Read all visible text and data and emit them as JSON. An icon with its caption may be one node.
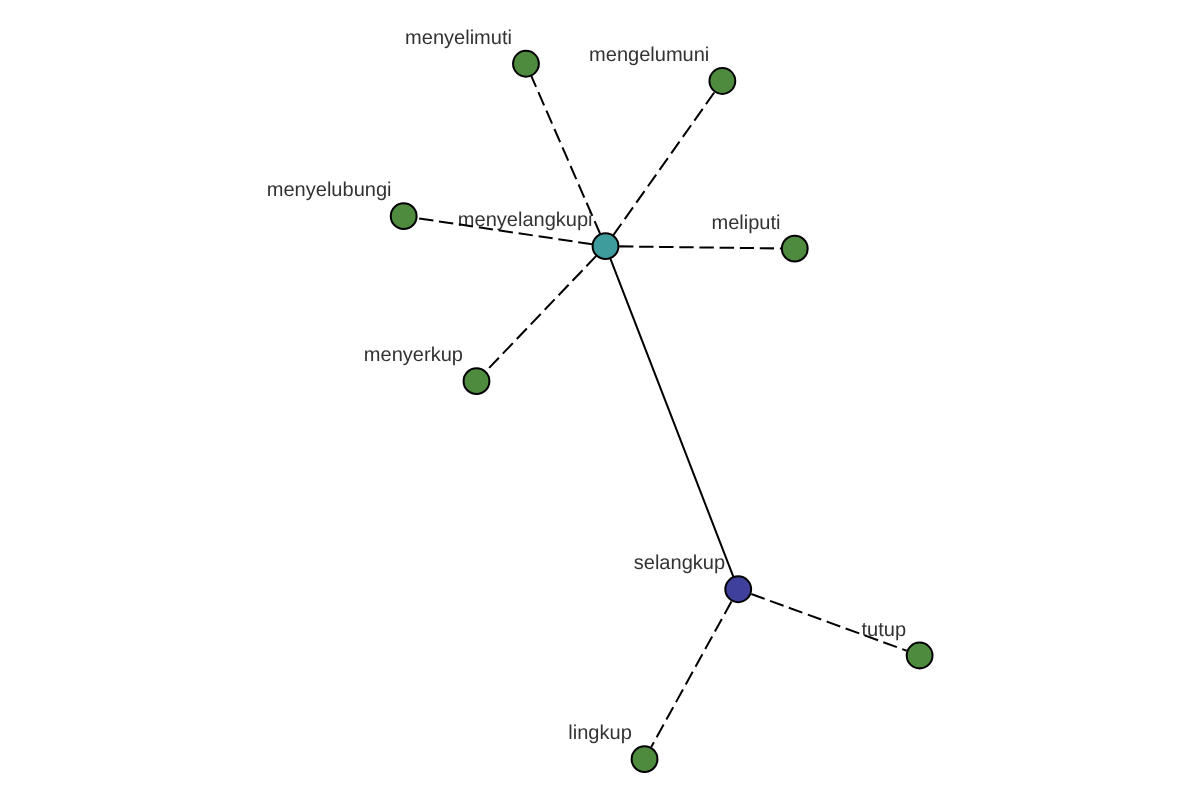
{
  "diagram": {
    "nodes": [
      {
        "text": [],
        "shape": "circle",
        "beside": [
          "menyelubungi"
        ]
      },
      {
        "text": [],
        "shape": "circle",
        "beside": [
          "meliputi"
        ]
      },
      {
        "text": [],
        "shape": "circle",
        "beside": [
          "menyerkup"
        ]
      },
      {
        "text": [],
        "shape": "circle",
        "beside": [
          "mengelumuni"
        ]
      },
      {
        "text": [],
        "shape": "circle",
        "beside": [
          "menyelangkupi"
        ]
      },
      {
        "text": [],
        "shape": "circle",
        "beside": [
          "menyelimuti"
        ]
      },
      {
        "text": [],
        "shape": "circle",
        "beside": [
          "lingkup"
        ]
      },
      {
        "text": [],
        "shape": "circle",
        "beside": [
          "selangkup"
        ]
      },
      {
        "text": [],
        "shape": "circle",
        "beside": [
          "tutup"
        ]
      }
    ],
    "edges": [
      {
        "from": 4,
        "to": 0,
        "arrow": "none",
        "style": "dashed"
      },
      {
        "from": 4,
        "to": 1,
        "arrow": "none",
        "style": "dashed"
      },
      {
        "from": 4,
        "to": 2,
        "arrow": "none",
        "style": "dashed"
      },
      {
        "from": 4,
        "to": 3,
        "arrow": "none",
        "style": "dashed"
      },
      {
        "from": 4,
        "to": 5,
        "arrow": "none",
        "style": "dashed"
      },
      {
        "from": 4,
        "to": 7,
        "arrow": "none"
      },
      {
        "from": 7,
        "to": 6,
        "arrow": "none",
        "style": "dashed"
      },
      {
        "from": 7,
        "to": 8,
        "arrow": "none",
        "style": "dashed"
      }
    ]
  }
}
